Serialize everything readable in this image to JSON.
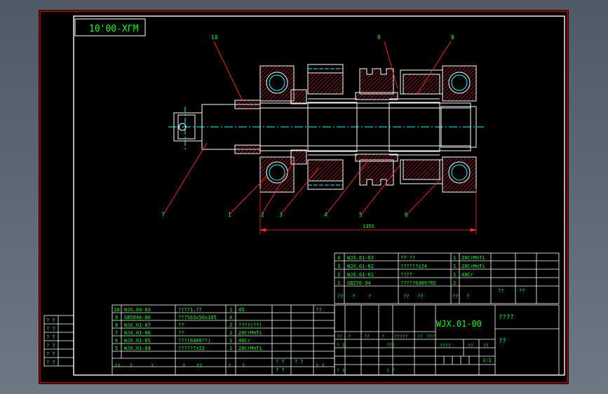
{
  "corner_tag": "10'00-XΓM",
  "balloons": {
    "top": [
      "10",
      "9",
      "8"
    ],
    "bottom": [
      "7",
      "1",
      "2",
      "3",
      "4",
      "5",
      "6"
    ]
  },
  "overall_dimension": "1355",
  "upper_parts": [
    {
      "no": "4",
      "code": "WJX.01-03",
      "name": "??-??",
      "qty": "1",
      "material": "20CrMnTi"
    },
    {
      "no": "3",
      "code": "WJX.01-02",
      "name": "??????z24",
      "qty": "1",
      "material": "20CrMnTi"
    },
    {
      "no": "2",
      "code": "WJX.01-01",
      "name": "????",
      "qty": "1",
      "material": "40Cr"
    },
    {
      "no": "1",
      "code": "GB276-94",
      "name": "?????6309?RS",
      "qty": "2",
      "material": ""
    }
  ],
  "upper_header": [
    "??",
    "?",
    "?",
    "??",
    "??",
    "??",
    "?",
    "??",
    "??"
  ],
  "lower_parts": [
    {
      "no": "10",
      "code": "WJX.04-03",
      "name": "????1.??",
      "qty": "1",
      "material": "45",
      "remark": "??"
    },
    {
      "no": "9",
      "code": "GB5846-86",
      "name": "???%63x50x105",
      "qty": "4",
      "material": "",
      "remark": ""
    },
    {
      "no": "8",
      "code": "WJX.01-07",
      "name": "??",
      "qty": "2",
      "material": "????(??)",
      "remark": ""
    },
    {
      "no": "7",
      "code": "WJX.01-06",
      "name": "??",
      "qty": "1",
      "material": "20CrMnTi",
      "remark": ""
    },
    {
      "no": "6",
      "code": "WJX.01-05",
      "name": "???(6309??)",
      "qty": "1",
      "material": "40Cr",
      "remark": ""
    },
    {
      "no": "5",
      "code": "WJX.01-04",
      "name": "??????z22",
      "qty": "1",
      "material": "20CrMnTi",
      "remark": ""
    }
  ],
  "lower_header": [
    "??",
    "?",
    "?",
    "?",
    "??",
    "?",
    "?",
    "? ?",
    "? ?",
    "? ?",
    "? ?"
  ],
  "title_block": {
    "drawing_no": "WJX.01-00",
    "title_cell": "????",
    "unit_cell": "??",
    "sign_row": [
      "??",
      "?",
      "??",
      "?",
      "?????",
      "??",
      "???"
    ],
    "process_row": [
      "? 1",
      "???"
    ],
    "scale_labels": [
      "????",
      "??",
      "??"
    ],
    "scale_value": "1:1",
    "sheet_row": [
      "? 1",
      "1 ?"
    ]
  },
  "left_strip": [
    "? ?",
    "? ?",
    "? ?",
    "? ?",
    "? ?",
    "? ?"
  ],
  "colors": {
    "sheet": "#000000",
    "border": "#ffffff",
    "text": "#00ff00",
    "leader": "#ff2a2a",
    "centerline": "#00ffff",
    "hatch": "#ff2a2a",
    "frame_outer": "#ff0000"
  }
}
